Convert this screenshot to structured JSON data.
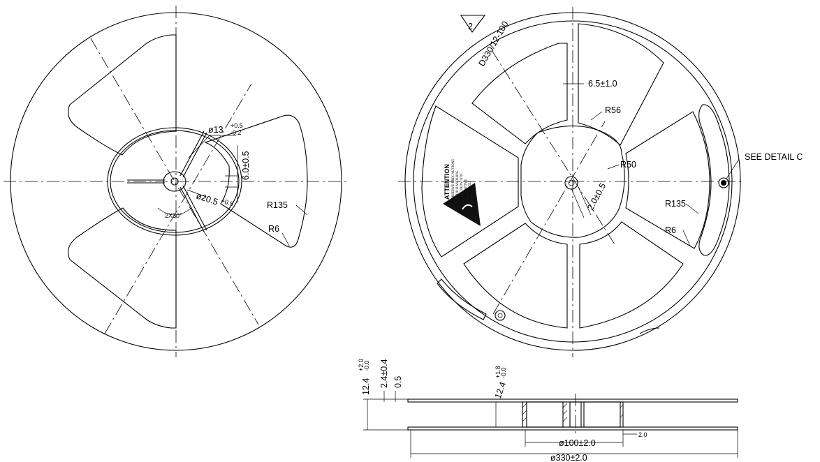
{
  "left_view": {
    "hub_hole_dim": "ø13",
    "hub_hole_tol_upper": "+0.5",
    "hub_hole_tol_lower": "-0.2",
    "spindle_dim": "ø20.5",
    "spindle_tol": "+0.5",
    "slot_dim": "6.0±0.5",
    "angle_dim": "2X30°",
    "outer_radius": "R135",
    "corner_radius": "R6"
  },
  "right_view": {
    "revision_mark": "2",
    "part_code": "D330/12-100",
    "spoke_width": "6.5±1.0",
    "hub_radius": "R56",
    "inner_radius": "R50",
    "slot_width": "2.0±0.5",
    "outer_radius": "R135",
    "corner_radius": "R6",
    "detail_callout": "SEE DETAIL C",
    "esd": {
      "title": "ATTENTION",
      "line1": "OBSERVE PRECAUTIONS",
      "line2": "FOR HANDLING",
      "line3": "ELECTROSTATIC",
      "line4": "SENSITIVE",
      "line5": "DEVICES"
    }
  },
  "side_view": {
    "overall_width": "12.4",
    "overall_width_tol_upper": "+2.0",
    "overall_width_tol_lower": "-0.0",
    "flange_thickness": "2.4±0.4",
    "wall": "0.5",
    "inner_width": "12.4",
    "inner_width_tol_upper": "+1.8",
    "inner_width_tol_lower": "-0.0",
    "hub_diameter": "ø100±2.0",
    "reel_diameter": "ø330±2.0",
    "gap": "2.0"
  }
}
